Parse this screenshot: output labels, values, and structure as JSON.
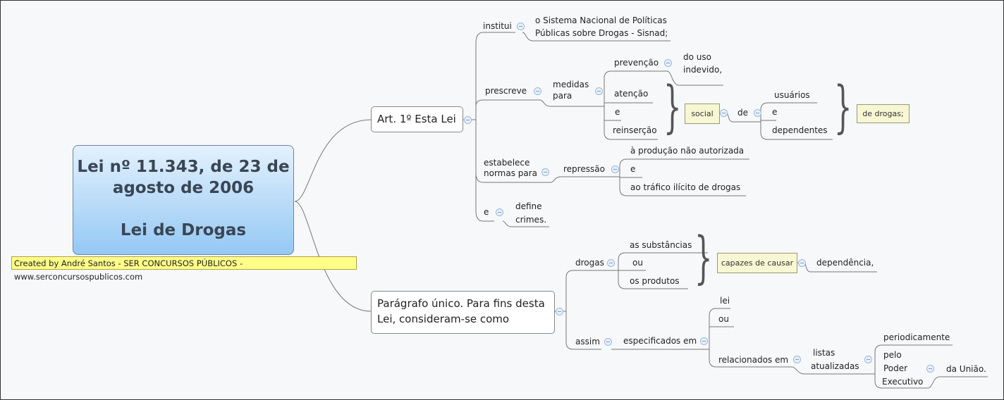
{
  "central": {
    "line1": "Lei nº 11.343, de 23 de",
    "line2": "agosto de 2006",
    "line3": "Lei de Drogas"
  },
  "watermark": "Created by André Santos - SER CONCURSOS PÚBLICOS - www.serconcursospublicos.com",
  "art1": {
    "label": "Art. 1º Esta Lei",
    "institui": "institui",
    "sisnad1": "o Sistema Nacional de Políticas",
    "sisnad2": "Públicas sobre Drogas - Sisnad;",
    "prescreve": "prescreve",
    "medidas1": "medidas",
    "medidas2": "para",
    "prevencao": "prevenção",
    "douso1": "do uso",
    "douso2": "indevido,",
    "atencao": "atenção",
    "e": "e",
    "reinsercao": "reinserção",
    "social": "social",
    "de": "de",
    "usuarios": "usuários",
    "e2": "e",
    "dependentes": "dependentes",
    "dedrogas": "de drogas;",
    "estabelece1": "estabelece",
    "estabelece2": "normas para",
    "repressao": "repressão",
    "producao": "à produção não autorizada",
    "e3": "e",
    "trafico": "ao tráfico ilícito de drogas",
    "e4": "e",
    "define1": "define",
    "define2": "crimes."
  },
  "paragrafo": {
    "line1": "Parágrafo único. Para fins desta",
    "line2": "Lei, consideram-se como",
    "drogas": "drogas",
    "substancias": "as substâncias",
    "ou": "ou",
    "produtos": "os produtos",
    "capazes": "capazes de causar",
    "dependencia": "dependência,",
    "assim": "assim",
    "especificados": "especificados em",
    "lei": "lei",
    "ou2": "ou",
    "relacionados": "relacionados em",
    "listas1": "listas",
    "listas2": "atualizadas",
    "periodicamente": "periodicamente",
    "pelo1": "pelo",
    "pelo2": "Poder",
    "pelo3": "Executivo",
    "uniao": "da União."
  }
}
